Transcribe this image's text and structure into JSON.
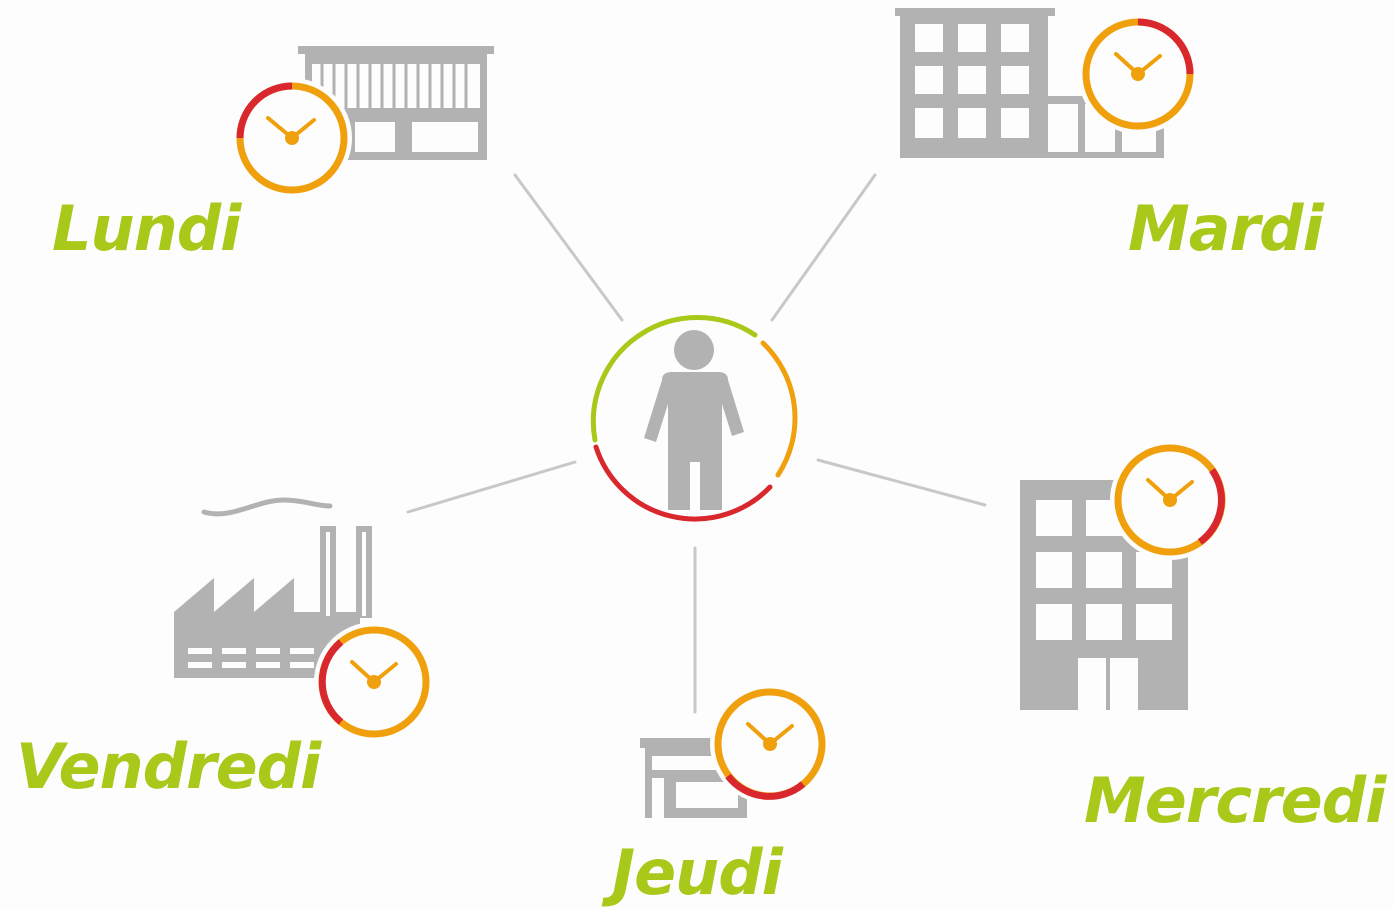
{
  "labels": {
    "lundi": "Lundi",
    "mardi": "Mardi",
    "mercredi": "Mercredi",
    "jeudi": "Jeudi",
    "vendredi": "Vendredi"
  },
  "colors": {
    "label": "#a8c81a",
    "building": "#b2b2b2",
    "connector": "#c8c8c8",
    "clock_orange": "#f0a00c",
    "clock_red": "#d9272e",
    "ring_green": "#a8c81a"
  },
  "icons": {
    "center": "person-icon",
    "lundi": "shop-building-icon",
    "mardi": "office-building-icon",
    "mercredi": "tower-building-icon",
    "jeudi": "kiosk-icon",
    "vendredi": "factory-icon",
    "clock": "clock-icon"
  }
}
